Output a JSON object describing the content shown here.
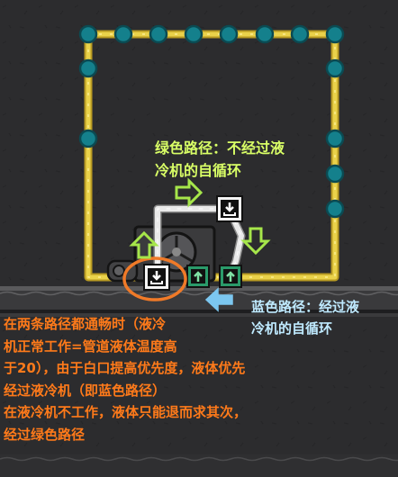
{
  "annotations": {
    "green_path": [
      "绿色路径：不经过液",
      "冷机的自循环"
    ],
    "blue_path": [
      "蓝色路径：经过液",
      "冷机的自循环"
    ],
    "explanation": [
      "在两条路径都通畅时（液冷",
      "机正常工作=管道液体温度高",
      "于20），由于白口提高优先度，液体优先",
      "经过液冷机（即蓝色路径）",
      "在液冷机不工作，液体只能退而求其次，",
      "经过绿色路径"
    ]
  },
  "colors": {
    "background": "#2c2c2e",
    "pipe": "#ead24a",
    "pipe_bridge": "#14808c",
    "white_pipe": "#e9e9e9",
    "green_arrow": "#a6e64a",
    "blue_arrow": "#7cc7f0",
    "orange_circle": "#f07a28",
    "green_text": "#d9ff66",
    "blue_text": "#bfeaff",
    "orange_text": "#ff7a1a"
  },
  "icons": [
    "pipe-bridge-icon",
    "liquid-vent-icon",
    "liquid-intake-icon",
    "liquid-cooler-icon",
    "arrow-right-icon",
    "arrow-down-icon",
    "arrow-up-icon",
    "arrow-left-icon"
  ]
}
